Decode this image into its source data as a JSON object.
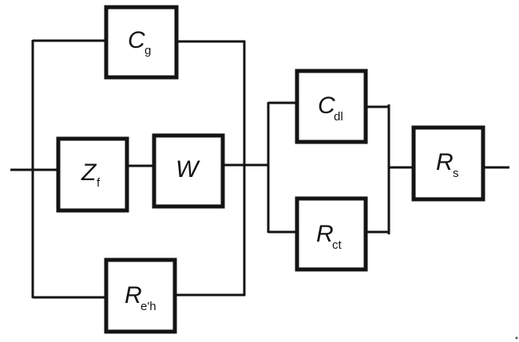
{
  "diagram": {
    "type": "equivalent-circuit",
    "colors": {
      "line": "#141414",
      "background": "#ffffff"
    },
    "elements": [
      {
        "id": "Cg",
        "symbol": "C",
        "subscript": "g"
      },
      {
        "id": "Zf",
        "symbol": "Z",
        "subscript": "f"
      },
      {
        "id": "W",
        "symbol": "W",
        "subscript": ""
      },
      {
        "id": "Reh",
        "symbol": "R",
        "subscript": "e'h"
      },
      {
        "id": "Cdl",
        "symbol": "C",
        "subscript": "dl"
      },
      {
        "id": "Rct",
        "symbol": "R",
        "subscript": "ct"
      },
      {
        "id": "Rs",
        "symbol": "R",
        "subscript": "s"
      }
    ],
    "topology": [
      "parallel(Cg, series(Zf, W), Reh)",
      "series(parallel(Cg, series(Zf, W), Reh), parallel(Cdl, Rct), Rs)"
    ]
  }
}
